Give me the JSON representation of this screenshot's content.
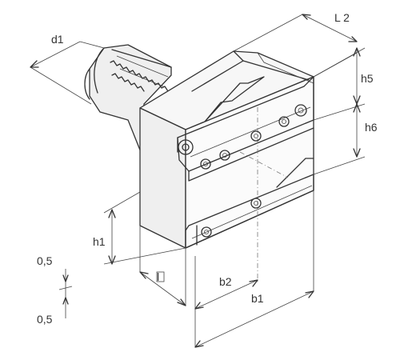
{
  "diagram": {
    "labels": {
      "d1": "d1",
      "L2": "L 2",
      "h5": "h5",
      "h6": "h6",
      "h1": "h1",
      "b2": "b2",
      "b1": "b1",
      "l": "l",
      "tol_upper": "0,5",
      "tol_lower": "0,5"
    },
    "colors": {
      "line": "#333333",
      "background": "#ffffff"
    }
  }
}
